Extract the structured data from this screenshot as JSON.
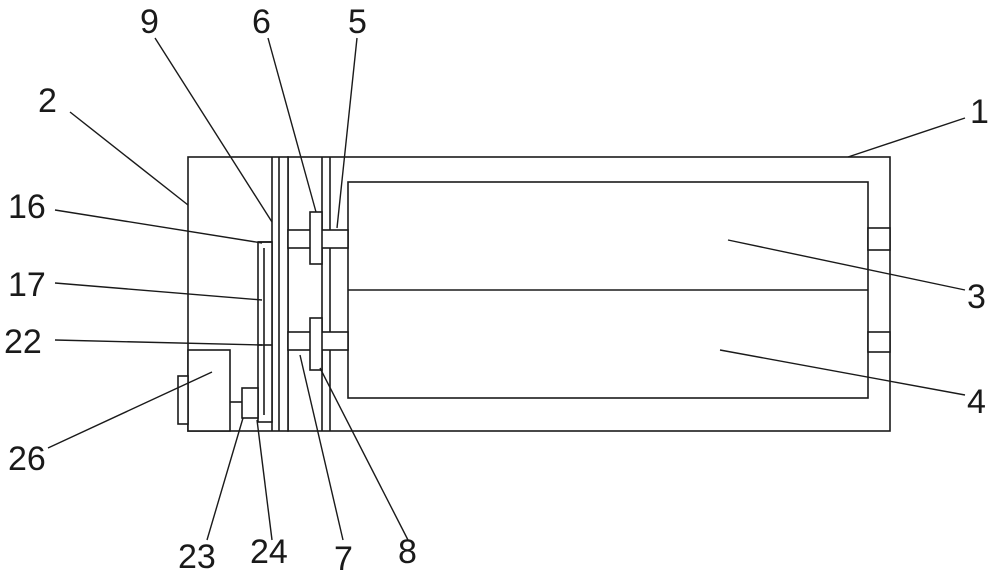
{
  "colors": {
    "line": "#1a1a1a",
    "background": "#ffffff"
  },
  "labels": {
    "l1": "1",
    "l2": "2",
    "l3": "3",
    "l4": "4",
    "l5": "5",
    "l6": "6",
    "l7": "7",
    "l8": "8",
    "l9": "9",
    "l16": "16",
    "l17": "17",
    "l22": "22",
    "l23": "23",
    "l24": "24",
    "l26": "26"
  }
}
